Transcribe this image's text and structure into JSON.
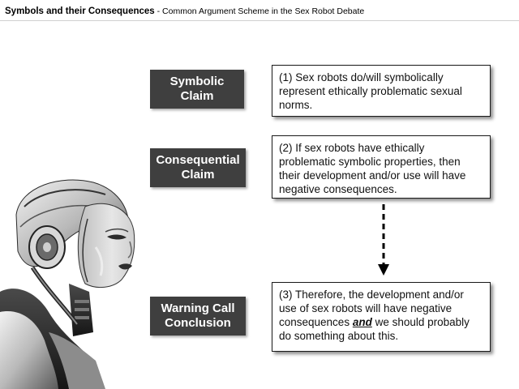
{
  "header": {
    "title": "Symbols and their Consequences",
    "separator": " - ",
    "subtitle": "Common Argument Scheme in the Sex Robot Debate"
  },
  "labels": {
    "symbolic": "Symbolic Claim",
    "consequential": "Consequential Claim",
    "warning": "Warning Call Conclusion"
  },
  "claims": {
    "c1": "(1) Sex robots do/will symbolically represent ethically problematic sexual norms.",
    "c2": "(2) If sex robots have ethically problematic symbolic properties, then their development and/or use will have negative consequences.",
    "c3_before": "(3) Therefore, the development and/or use of sex robots will have negative consequences ",
    "c3_emph": "and",
    "c3_after": " we should probably do something about this."
  },
  "colors": {
    "label_bg": "#3f3f3f",
    "label_text": "#ffffff",
    "box_border": "#1a1a1a"
  },
  "icons": {
    "robot": "female-android-illustration",
    "arrow": "dashed-down-arrow"
  }
}
